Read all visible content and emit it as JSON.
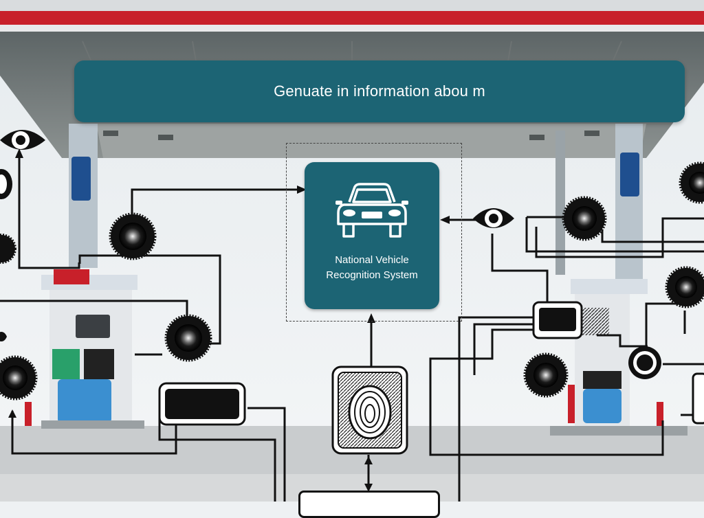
{
  "banner": {
    "text": "Genuate in information abou m"
  },
  "central_node": {
    "line1": "National Vehicle",
    "line2": "Recognition System",
    "icon": "car-icon"
  },
  "colors": {
    "accent": "#1c6474",
    "canopy_red": "#c8202a",
    "line": "#111111",
    "sky": "#eef1f3",
    "ground": "#c9ccce"
  },
  "icons": {
    "sensor": "camera-lens-icon",
    "eye": "eye-icon",
    "device": "monitor-device-icon",
    "fingerprint": "fingerprint-icon",
    "pump": "fuel-pump-icon"
  }
}
